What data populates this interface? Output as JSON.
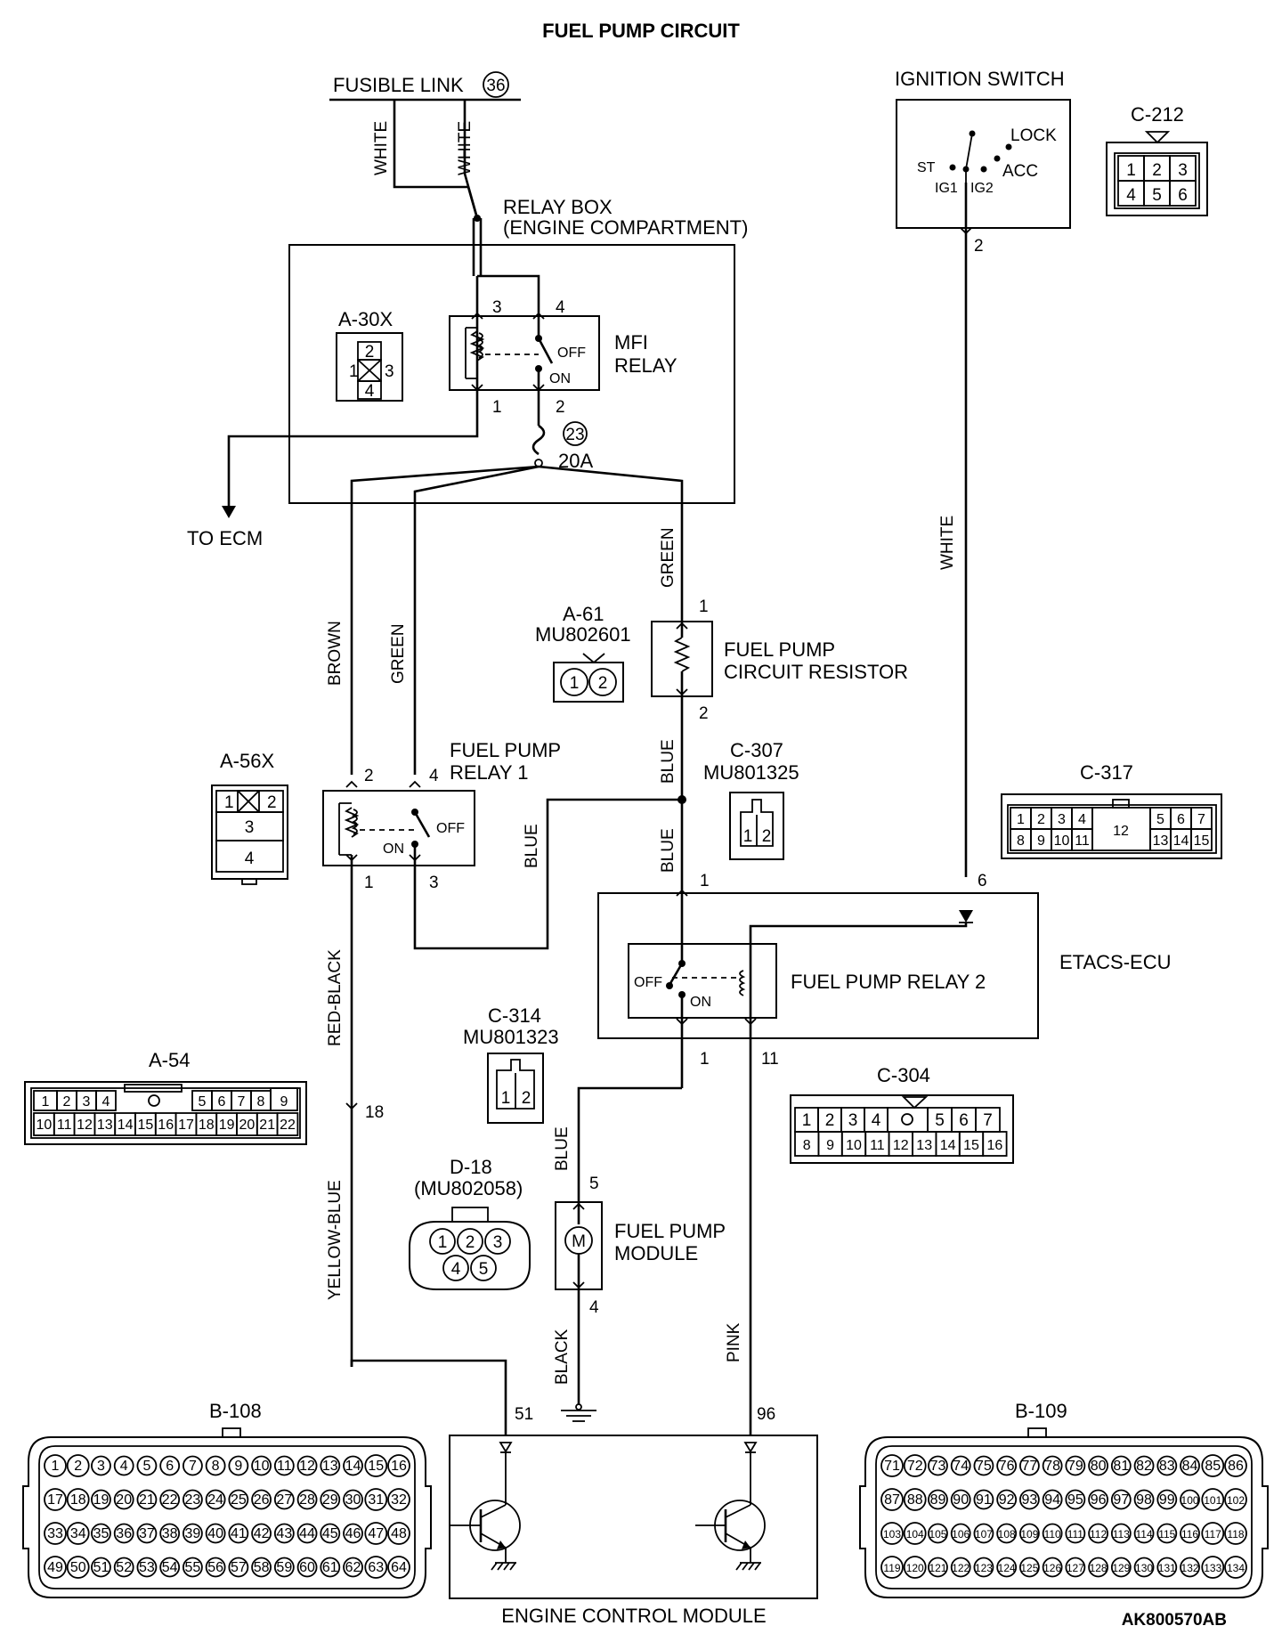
{
  "title": "FUEL PUMP CIRCUIT",
  "figure_id": "AK800570AB",
  "components": {
    "fusible_link": {
      "label": "FUSIBLE LINK",
      "number": "36"
    },
    "relay_box": {
      "line1": "RELAY BOX",
      "line2": "(ENGINE COMPARTMENT)"
    },
    "mfi_relay": {
      "line1": "MFI",
      "line2": "RELAY",
      "pins": [
        "3",
        "4",
        "1",
        "2"
      ],
      "off": "OFF",
      "on": "ON"
    },
    "fuse": {
      "number": "23",
      "rating": "20A"
    },
    "to_ecm": "TO ECM",
    "ignition_switch": {
      "label": "IGNITION SWITCH",
      "st": "ST",
      "ig1": "IG1",
      "ig2": "IG2",
      "lock": "LOCK",
      "acc": "ACC",
      "pin": "2"
    },
    "fp_resistor": {
      "line1": "FUEL PUMP",
      "line2": "CIRCUIT RESISTOR",
      "pins": [
        "1",
        "2"
      ]
    },
    "fp_relay1": {
      "line1": "FUEL PUMP",
      "line2": "RELAY 1",
      "pins": [
        "2",
        "4",
        "1",
        "3"
      ],
      "off": "OFF",
      "on": "ON"
    },
    "etacs": {
      "label": "ETACS-ECU",
      "pins": [
        "1",
        "6",
        "1",
        "11"
      ]
    },
    "fp_relay2": {
      "label": "FUEL PUMP RELAY 2",
      "off": "OFF",
      "on": "ON"
    },
    "fp_module": {
      "line1": "FUEL PUMP",
      "line2": "MODULE",
      "motor": "M",
      "pins": [
        "5",
        "4"
      ]
    },
    "ecm": {
      "label": "ENGINE CONTROL MODULE",
      "pins": [
        "51",
        "96"
      ]
    },
    "pin_18": "18"
  },
  "wires": {
    "white_a": "WHITE",
    "white_b": "WHITE",
    "white_ign": "WHITE",
    "brown": "BROWN",
    "green_a": "GREEN",
    "green_b": "GREEN",
    "blue_a": "BLUE",
    "blue_b": "BLUE",
    "blue_c": "BLUE",
    "blue_d": "BLUE",
    "red_black": "RED-BLACK",
    "yellow_blue": "YELLOW-BLUE",
    "black": "BLACK",
    "pink": "PINK"
  },
  "connectors": {
    "c212": {
      "name": "C-212",
      "pins": [
        "1",
        "2",
        "3",
        "4",
        "5",
        "6"
      ]
    },
    "a30x": {
      "name": "A-30X",
      "pins": [
        "1",
        "2",
        "3",
        "4"
      ]
    },
    "a61": {
      "name": "A-61",
      "part": "MU802601",
      "pins": [
        "1",
        "2"
      ]
    },
    "a56x": {
      "name": "A-56X",
      "pins": [
        "1",
        "2",
        "3",
        "4"
      ]
    },
    "c307": {
      "name": "C-307",
      "part": "MU801325",
      "pins": [
        "1",
        "2"
      ]
    },
    "c317": {
      "name": "C-317",
      "row1": [
        "1",
        "2",
        "3",
        "4",
        "5",
        "6",
        "7"
      ],
      "row2": [
        "8",
        "9",
        "10",
        "11",
        "13",
        "14",
        "15"
      ],
      "center": "12"
    },
    "c314": {
      "name": "C-314",
      "part": "MU801323",
      "pins": [
        "1",
        "2"
      ]
    },
    "a54": {
      "name": "A-54",
      "row1": [
        "1",
        "2",
        "3",
        "4",
        "5",
        "6",
        "7",
        "8",
        "9"
      ],
      "row2": [
        "10",
        "11",
        "12",
        "13",
        "14",
        "15",
        "16",
        "17",
        "18",
        "19",
        "20",
        "21",
        "22"
      ]
    },
    "c304": {
      "name": "C-304",
      "row1": [
        "1",
        "2",
        "3",
        "4",
        "5",
        "6",
        "7"
      ],
      "row2": [
        "8",
        "9",
        "10",
        "11",
        "12",
        "13",
        "14",
        "15",
        "16"
      ]
    },
    "d18": {
      "name": "D-18",
      "part": "(MU802058)",
      "pins": [
        "1",
        "2",
        "3",
        "4",
        "5"
      ]
    },
    "b108": {
      "name": "B-108"
    },
    "b109": {
      "name": "B-109"
    }
  }
}
